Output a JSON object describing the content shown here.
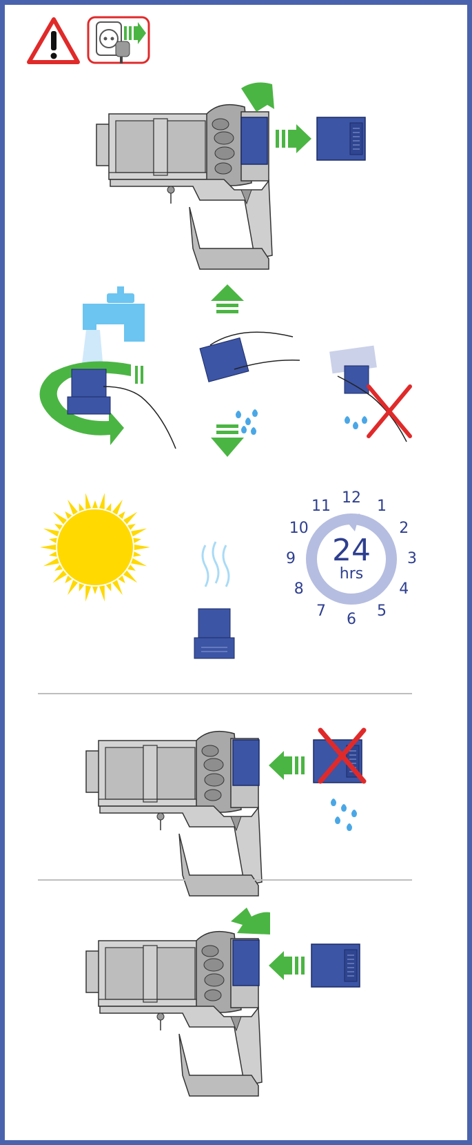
{
  "colors": {
    "border": "#4a63ad",
    "warning_red": "#e02a2a",
    "green_arrow": "#4bb543",
    "filter_blue": "#3c55a5",
    "clock_ring": "#b5bde0",
    "clock_text": "#2e3f8f",
    "sun": "#ffd900",
    "water": "#4aa7e6",
    "vacuum_grey": "#b9b9b9"
  },
  "icons": {
    "warning": "warning-triangle-icon",
    "unplug": "unplug-from-socket-icon"
  },
  "clock": {
    "hours": [
      "12",
      "1",
      "2",
      "3",
      "4",
      "5",
      "6",
      "7",
      "8",
      "9",
      "10",
      "11"
    ],
    "duration_value": "24",
    "duration_unit": "hrs"
  }
}
